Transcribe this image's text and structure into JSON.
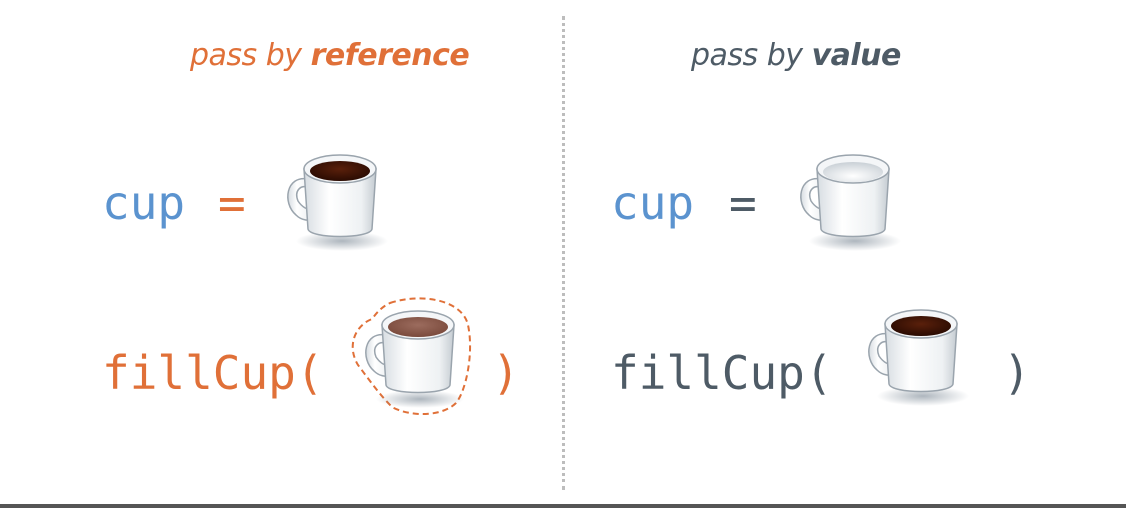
{
  "left": {
    "heading_prefix": "pass by ",
    "heading_emphasis": "reference",
    "assign_var": "cup",
    "assign_op": "=",
    "call_open": "fillCup(",
    "call_close": ")",
    "cup_state": "full",
    "call_cup_state": "shared-reference"
  },
  "right": {
    "heading_prefix": "pass by ",
    "heading_emphasis": "value",
    "assign_var": "cup",
    "assign_op": "=",
    "call_open": "fillCup(",
    "call_close": ")",
    "cup_state": "empty",
    "call_cup_state": "full-copy"
  },
  "colors": {
    "reference_accent": "#e07038",
    "value_accent": "#4e5b66",
    "variable": "#5b93cf",
    "coffee": "#3a1406",
    "coffee_light": "#8a5a4a"
  }
}
